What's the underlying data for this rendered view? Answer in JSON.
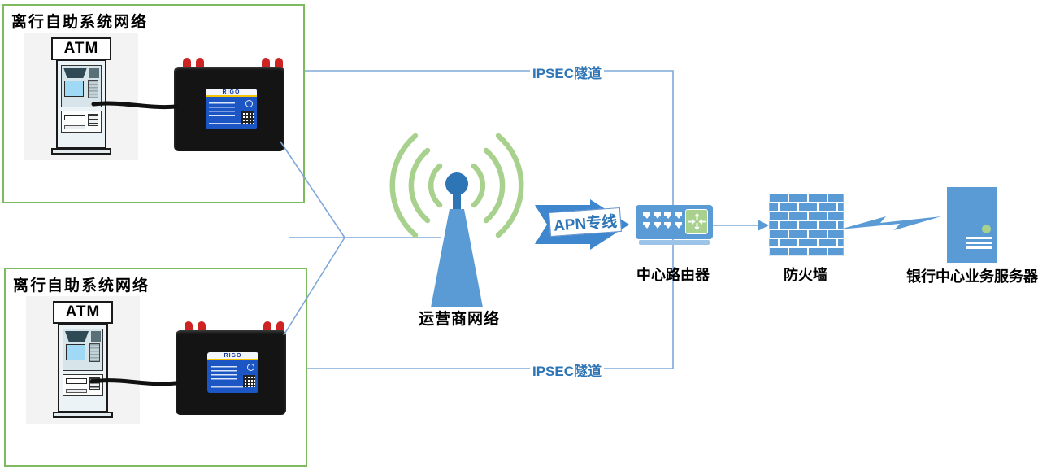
{
  "branches": [
    {
      "title": "离行自助系统网络",
      "atm_sign": "ATM",
      "device_brand": "RIGO"
    },
    {
      "title": "离行自助系统网络",
      "atm_sign": "ATM",
      "device_brand": "RIGO"
    }
  ],
  "tunnels": {
    "top_label": "IPSEC隧道",
    "bottom_label": "IPSEC隧道"
  },
  "carrier": {
    "label": "运营商网络"
  },
  "apn": {
    "label": "APN专线"
  },
  "central_router": {
    "label": "中心路由器"
  },
  "firewall": {
    "label": "防火墙"
  },
  "server": {
    "label": "银行中心业务服务器"
  },
  "colors": {
    "box_border_green": "#7DBB5E",
    "shape_blue": "#5B9BD5",
    "accent_dark_blue": "#2E75B6",
    "connector_blue": "#7FA8D9",
    "signal_green": "#A9D18E",
    "antenna_red": "#CE2323",
    "device_black": "#141414",
    "device_label_blue": "#1C55C4",
    "device_label_yellow": "#F5C400"
  }
}
